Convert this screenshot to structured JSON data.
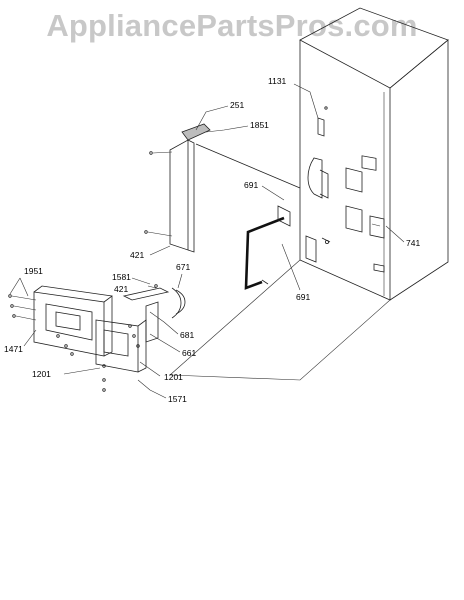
{
  "watermark": "AppliancePartsPros.com",
  "callouts": {
    "c1131": "1131",
    "c251": "251",
    "c1851": "1851",
    "c691a": "691",
    "c691b": "691",
    "c741": "741",
    "c421a": "421",
    "c421b": "421",
    "c1581": "1581",
    "c671": "671",
    "c681": "681",
    "c661": "661",
    "c1951": "1951",
    "c1471": "1471",
    "c1201a": "1201",
    "c1201b": "1201",
    "c1571": "1571"
  }
}
